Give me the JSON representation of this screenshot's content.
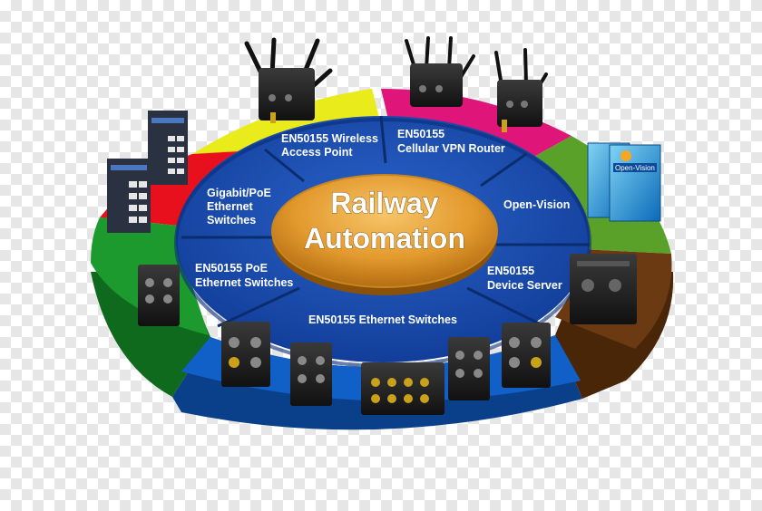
{
  "center": {
    "line1": "Railway",
    "line2": "Automation"
  },
  "segments": {
    "wireless_ap": {
      "line1": "EN50155 Wireless",
      "line2": "Access Point",
      "color": "#dfe200"
    },
    "vpn_router": {
      "line1": "EN50155",
      "line2": "Cellular VPN Router",
      "color": "#e0157a"
    },
    "open_vision": {
      "line1": "Open-Vision",
      "color": "#5aa12a"
    },
    "device_server": {
      "line1": "EN50155",
      "line2": "Device Server",
      "color": "#6b3a12"
    },
    "ethernet_switches": {
      "line1": "EN50155 Ethernet Switches",
      "color": "#1060c8"
    },
    "poe_switches": {
      "line1": "EN50155 PoE",
      "line2": "Ethernet Switches",
      "color": "#1c9a2e"
    },
    "gigabit_poe": {
      "line1": "Gigabit/PoE",
      "line2": "Ethernet",
      "line3": "Switches",
      "color": "#e8101c"
    }
  },
  "products": {
    "box_label": "Open-Vision"
  }
}
